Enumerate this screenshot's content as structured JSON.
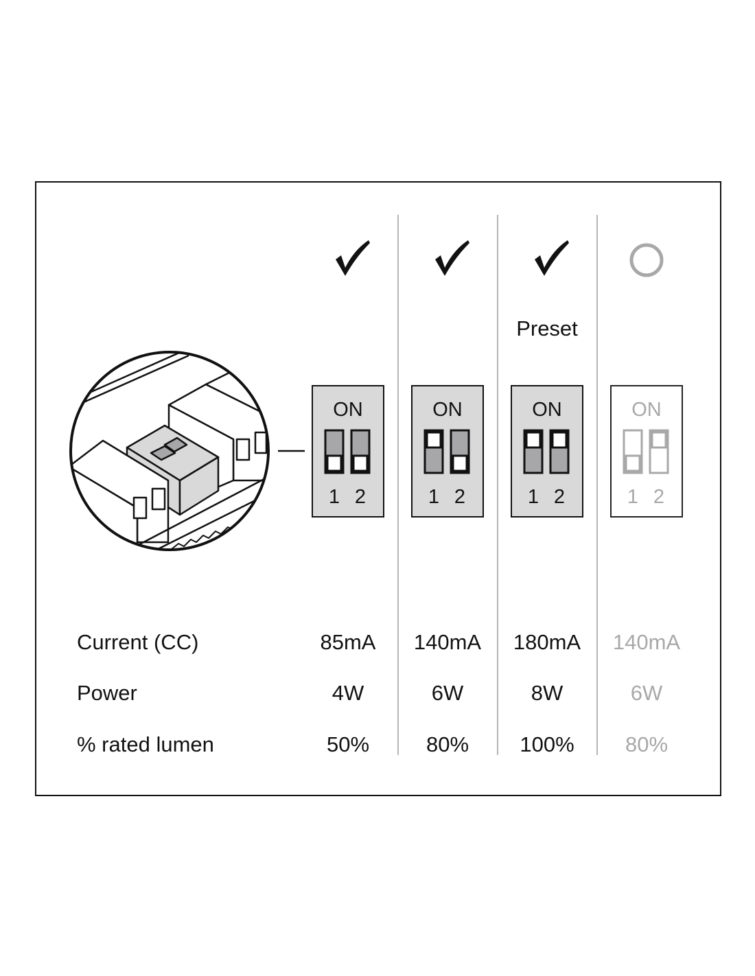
{
  "row_labels": [
    "Current (CC)",
    "Power",
    "% rated lumen"
  ],
  "preset_label": "Preset",
  "switch_on_label": "ON",
  "switch_numbers": [
    "1",
    "2"
  ],
  "colors": {
    "active": "#111111",
    "inactive": "#a8a8a8",
    "panel": "#d9d9d9",
    "switch_body": "#a7a7a9"
  },
  "columns": [
    {
      "status_icon": "checkmark-icon",
      "preset": false,
      "active": true,
      "switches": {
        "1": "off",
        "2": "off"
      },
      "current": "85mA",
      "power": "4W",
      "lumen": "50%"
    },
    {
      "status_icon": "checkmark-icon",
      "preset": false,
      "active": true,
      "switches": {
        "1": "on",
        "2": "off"
      },
      "current": "140mA",
      "power": "6W",
      "lumen": "80%"
    },
    {
      "status_icon": "checkmark-icon",
      "preset": true,
      "active": true,
      "switches": {
        "1": "on",
        "2": "on"
      },
      "current": "180mA",
      "power": "8W",
      "lumen": "100%"
    },
    {
      "status_icon": "circle-icon",
      "preset": false,
      "active": false,
      "switches": {
        "1": "off",
        "2": "on"
      },
      "current": "140mA",
      "power": "6W",
      "lumen": "80%"
    }
  ]
}
